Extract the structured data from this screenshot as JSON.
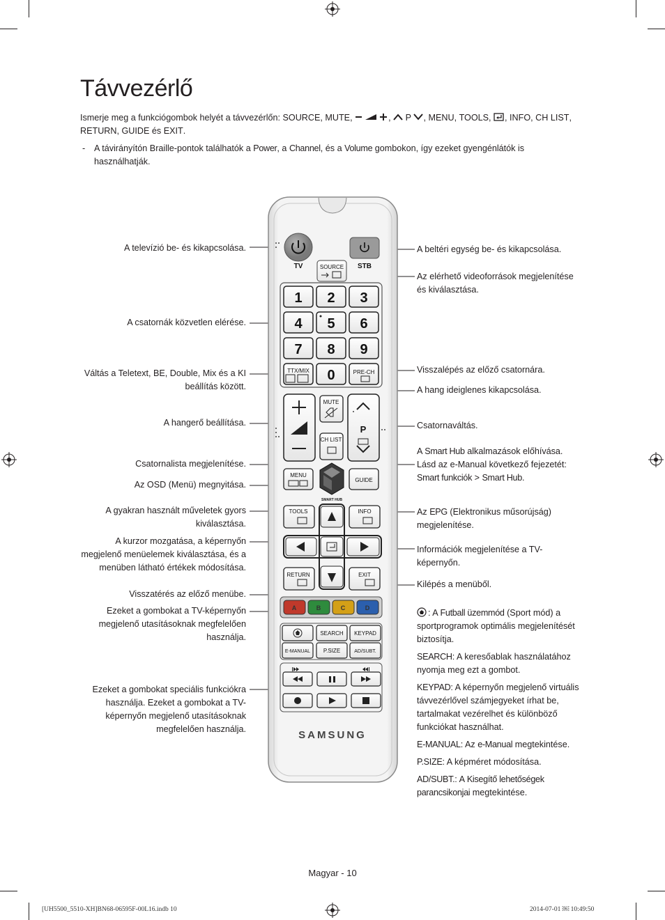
{
  "title": "Távvezérlő",
  "intro": {
    "prefix": "Ismerje meg a funkciógombok helyét a távvezérlőn: ",
    "source": "SOURCE",
    "mute": "MUTE",
    "p": "P",
    "menu": "MENU",
    "tools": "TOOLS",
    "info": "INFO",
    "chlist": "CH LIST",
    "ret": "RETURN",
    "guide": "GUIDE",
    "es": "és",
    "exit": "EXIT"
  },
  "note": {
    "dash": "-",
    "t1": "A távirányítón Braille-pontok találhatók a ",
    "power": "Power",
    "t2": ", a ",
    "channel": "Channel",
    "t3": ", és a ",
    "volume": "Volume",
    "t4": " gombokon, így ezeket gyengénlátók is használhatják."
  },
  "left_labels": {
    "power": "A televízió be- és kikapcsolása.",
    "channels": "A csatornák közvetlen elérése.",
    "ttx1": "Váltás a Teletext, BE, Double, Mix és a KI",
    "ttx2": "beállítás között.",
    "volume": "A hangerő beállítása.",
    "chlist": "Csatornalista megjelenítése.",
    "menu": "Az OSD (Menü) megnyitása.",
    "tools1": "A gyakran használt műveletek gyors",
    "tools2": "kiválasztása.",
    "cursor1": "A kurzor mozgatása, a képernyőn",
    "cursor2": "megjelenő menüelemek kiválasztása, és a",
    "cursor3": "menüben látható értékek módosítása.",
    "return": "Visszatérés az előző menübe.",
    "color1": "Ezeket a gombokat a TV-képernyőn",
    "color2": "megjelenő utasításoknak megfelelően",
    "color3": "használja.",
    "special1": "Ezeket a gombokat speciális funkciókra",
    "special2": "használja. Ezeket a gombokat a TV-",
    "special3": "képernyőn megjelenő utasításoknak",
    "special4": "megfelelően használja."
  },
  "right_labels": {
    "stb": "A beltéri egység be- és kikapcsolása.",
    "source1": "Az elérhető videoforrások megjelenítése",
    "source2": "és kiválasztása.",
    "prech": "Visszalépés az előző csatornára.",
    "mute": "A hang ideiglenes kikapcsolása.",
    "channel": "Csatornaváltás.",
    "hub_a": "A ",
    "hub_sh": "Smart Hub",
    "hub_b": " alkalmazások előhívása.",
    "hub2": "Lásd az e-Manual következő fejezetét:",
    "hub3a": "Smart funkciók",
    "hub3b": " > ",
    "hub3c": "Smart Hub",
    "hub3d": ".",
    "epg_a": "Az ",
    "epg_b": "EPG",
    "epg_c": " (Elektronikus műsorújság)",
    "epg2": "megjelenítése.",
    "info1": "Információk megjelenítése a TV-",
    "info2": "képernyőn.",
    "exit": "Kilépés a menüből.",
    "foot_a": ": A ",
    "foot_b": "Futball üzemmód",
    "foot_c": " (Sport mód) a",
    "foot2": "sportprogramok optimális megjelenítését",
    "foot3": "biztosítja.",
    "search_a": "SEARCH",
    "search_b": ": A keresőablak használatához",
    "search2": "nyomja meg ezt a gombot.",
    "keypad_a": "KEYPAD",
    "keypad_b": ": A képernyőn megjelenő virtuális",
    "keypad2": "távvezérlővel számjegyeket írhat be,",
    "keypad3": "tartalmakat vezérelhet és különböző",
    "keypad4": "funkciókat használhat.",
    "em_a": "E-MANUAL",
    "em_b": ": Az ",
    "em_c": "e-Manual",
    "em_d": " megtekintése.",
    "ps_a": "P.SIZE",
    "ps_b": ": A képméret módosítása.",
    "ad_a": "AD/SUBT.",
    "ad_b": ": A ",
    "ad_c": "Kisegítő lehetőségek",
    "ad2a": "parancsikonjai",
    "ad2b": " megtekintése."
  },
  "remote": {
    "tv": "TV",
    "stb": "STB",
    "source": "SOURCE",
    "digits": [
      "1",
      "2",
      "3",
      "4",
      "5",
      "6",
      "7",
      "8",
      "9"
    ],
    "zero": "0",
    "ttx": "TTX/MIX",
    "prech": "PRE-CH",
    "mute": "MUTE",
    "p": "P",
    "chlist": "CH LIST",
    "menu": "MENU",
    "guide": "GUIDE",
    "smarthub": "SMART HUB",
    "tools": "TOOLS",
    "info": "INFO",
    "return": "RETURN",
    "exit": "EXIT",
    "colors": [
      "A",
      "B",
      "C",
      "D"
    ],
    "color_hex": [
      "#c0392b",
      "#2e8b3d",
      "#d4a017",
      "#2b5fad"
    ],
    "search": "SEARCH",
    "keypad": "KEYPAD",
    "emanual": "E-MANUAL",
    "psize": "P.SIZE",
    "adsubt": "AD/SUBT.",
    "brand": "SAMSUNG"
  },
  "footer": {
    "page": "Magyar - 10",
    "file": "[UH5500_5510-XH]BN68-06595F-00L16.indb   10",
    "date": "2014-07-01   ￼ 10:49:50"
  }
}
